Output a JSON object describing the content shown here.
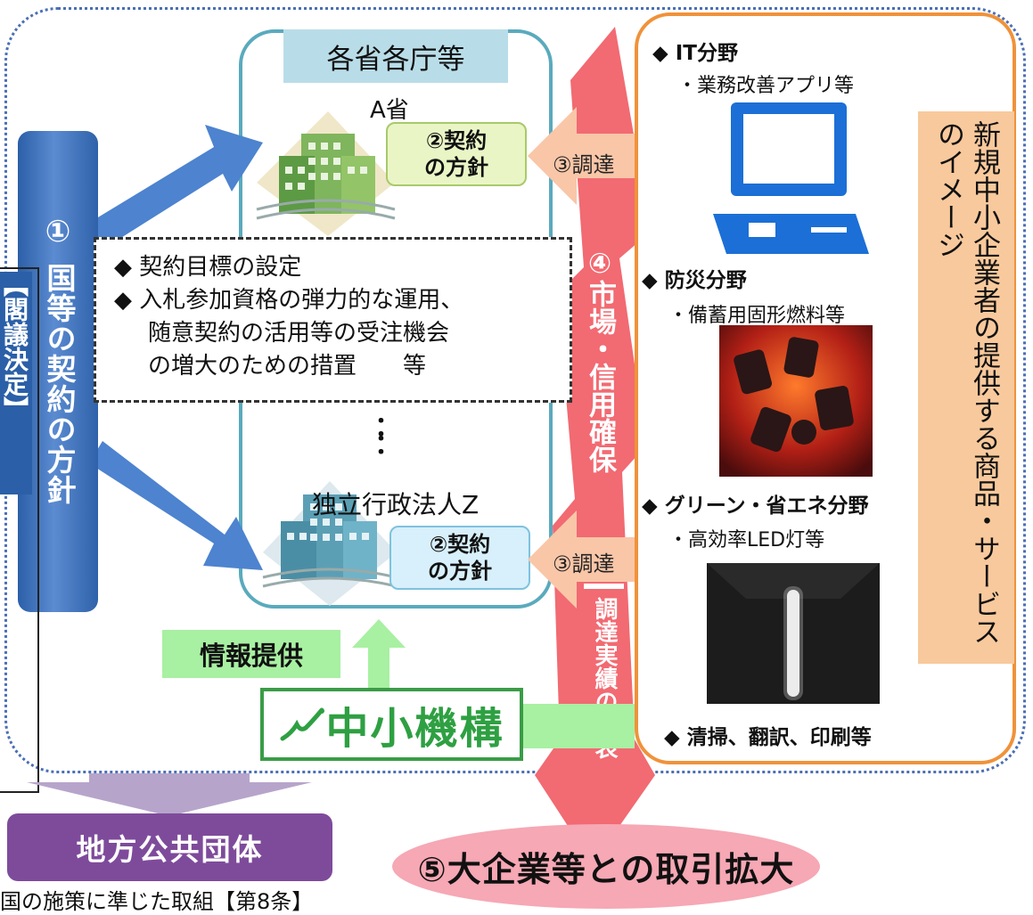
{
  "ministries": {
    "header": "各省各庁等",
    "ministry_a": "A省",
    "agency_z": "独立行政法人Z",
    "contract_policy_line1": "②契約",
    "contract_policy_line2": "の方針",
    "procurement": "③調達",
    "dots": "："
  },
  "national_policy": {
    "number": "①",
    "title": "国等の契約の方針",
    "decision": "【閣議決定】"
  },
  "measures": {
    "item1": "◆ 契約目標の設定",
    "item2": "◆ 入札参加資格の弾力的な運用、",
    "item3": "随意契約の活用等の受注機会",
    "item4": "の増大のための措置　　等"
  },
  "market": {
    "label": "④市場・信用確保",
    "achievements": "調達実績の公表"
  },
  "sme": {
    "side_title": "新規中小企業者の提供する商品・サービスのイメージ",
    "it_label": "◆ IT分野",
    "it_sub": "・業務改善アプリ等",
    "disaster_label": "◆ 防災分野",
    "disaster_sub": "・備蓄用固形燃料等",
    "green_label": "◆ グリーン・省エネ分野",
    "green_sub": "・高効率LED灯等",
    "other_label": "◆ 清掃、翻訳、印刷等"
  },
  "smrj": {
    "logo_text": "中小機構",
    "info": "情報提供"
  },
  "local": {
    "title": "地方公共団体",
    "note": "国の施策に準じた取組【第8条】"
  },
  "outcome": {
    "text": "⑤大企業等との取引拡大"
  },
  "colors": {
    "policy_blue": "#2b5fa7",
    "market_red": "#f26a72",
    "sme_orange": "#f0923a",
    "ministry_teal": "#5aaabd",
    "kiko_green": "#2ea042",
    "local_purple": "#7e4b9b"
  }
}
